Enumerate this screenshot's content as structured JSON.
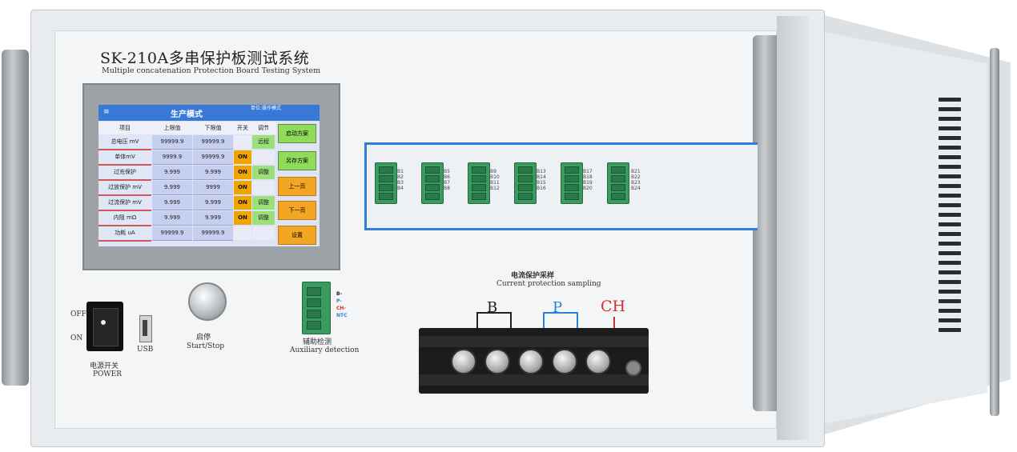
{
  "device": {
    "model_title": "SK-210A多串保护板测试系统",
    "model_subtitle": "Multiple concatenation Protection Board Testing System"
  },
  "screen": {
    "header_title": "生产模式",
    "header_hint": "单位:操作模式",
    "columns": [
      "项目",
      "上限值",
      "下限值",
      "开关",
      "调节"
    ],
    "rows": [
      {
        "name": "总电压 mV",
        "upper": "99999.9",
        "lower": "99999.9",
        "switch": "",
        "reg": "远程"
      },
      {
        "name": "单体mV",
        "upper": "9999.9",
        "lower": "99999.9",
        "switch": "ON",
        "reg": ""
      },
      {
        "name": "过充保护",
        "upper": "9.999",
        "lower": "9.999",
        "switch": "ON",
        "reg": "调整"
      },
      {
        "name": "过放保护 mV",
        "upper": "9.999",
        "lower": "9999",
        "switch": "ON",
        "reg": ""
      },
      {
        "name": "过流保护 mV",
        "upper": "9.999",
        "lower": "9.999",
        "switch": "ON",
        "reg": "调整"
      },
      {
        "name": "内阻 mΩ",
        "upper": "9.999",
        "lower": "9.999",
        "switch": "ON",
        "reg": "调整"
      },
      {
        "name": "功耗 uA",
        "upper": "99999.9",
        "lower": "99999.9",
        "switch": "",
        "reg": ""
      }
    ],
    "buttons": [
      "启动方案",
      "另存方案",
      "上一页",
      "下一页",
      "设置"
    ]
  },
  "connectors": {
    "label_groups": [
      [
        "B1",
        "B2",
        "B3",
        "B4"
      ],
      [
        "B5",
        "B6",
        "B7",
        "B8"
      ],
      [
        "B9",
        "B10",
        "B11",
        "B12"
      ],
      [
        "B13",
        "B14",
        "B15",
        "B16"
      ],
      [
        "B17",
        "B18",
        "B19",
        "B20"
      ],
      [
        "B21",
        "B22",
        "B23",
        "B24"
      ]
    ]
  },
  "controls": {
    "power_off": "OFF",
    "power_on": "ON",
    "power_label_cn": "电源开关",
    "power_label_en": "POWER",
    "usb_label": "USB",
    "start_label_cn": "启停",
    "start_label_en": "Start/Stop",
    "aux_label_cn": "辅助检测",
    "aux_label_en": "Auxiliary detection",
    "aux_pins": [
      "B-",
      "P-",
      "CH-",
      "NTC"
    ]
  },
  "current_sampling": {
    "label_cn": "电流保护采样",
    "label_en": "Current protection sampling",
    "groups": [
      {
        "label": "B",
        "color": "#222222"
      },
      {
        "label": "P",
        "color": "#2f7fd6"
      },
      {
        "label": "CH",
        "color": "#d32f2f"
      }
    ]
  },
  "colors": {
    "screen_header": "#3a78d8",
    "accent_blue": "#2f7fd6",
    "terminal_green": "#3a9a5f",
    "on_orange": "#f0a400"
  }
}
